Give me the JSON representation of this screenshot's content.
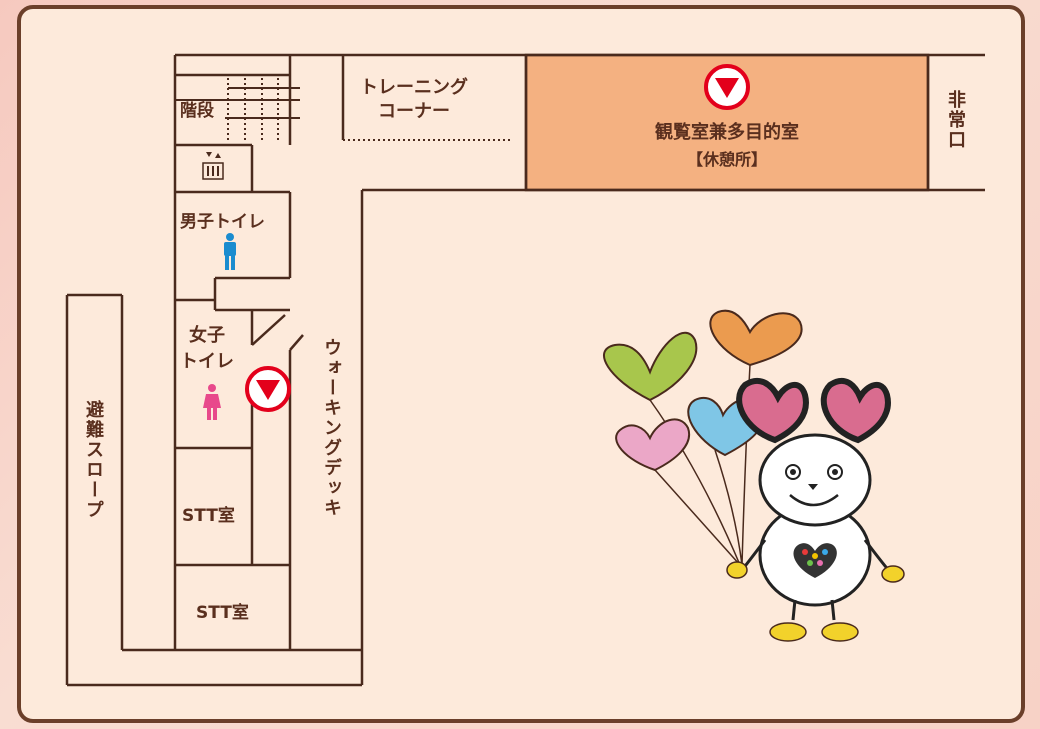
{
  "map": {
    "rooms": {
      "stairs": "階段",
      "training_corner": "トレーニング\nコーナー",
      "observation_room": "観覧室兼多目的室",
      "rest_area": "【休憩所】",
      "emergency_exit": "非常口",
      "mens_toilet": "男子トイレ",
      "womens_toilet": "女子\nトイレ",
      "stt_room_1": "STT室",
      "stt_room_2": "STT室",
      "evacuation_slope": "避難スロープ",
      "walking_deck": "ウォーキングデッキ"
    },
    "icons": {
      "elevator": "elevator-icon",
      "male": "male-toilet-icon",
      "female": "female-toilet-icon",
      "marker": "current-location-marker-icon",
      "mascot": "mascot-with-heart-balloons"
    },
    "colors": {
      "background": "#fdeadb",
      "highlight_room": "#f4b181",
      "outline": "#4a2a1d",
      "marker_red": "#e3001b",
      "male_blue": "#1a8ccf",
      "female_pink": "#e8498b"
    }
  }
}
